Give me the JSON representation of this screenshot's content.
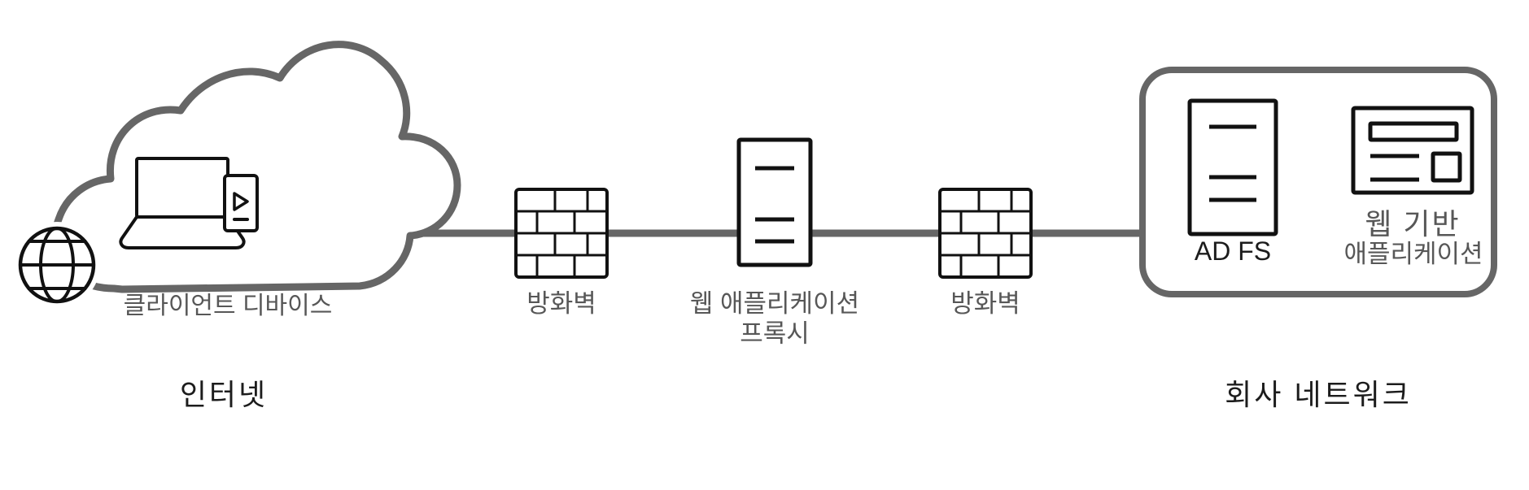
{
  "diagram": {
    "title": "AD FS web application proxy network topology",
    "colors": {
      "line_gray": "#666666",
      "icon_black": "#111111",
      "label_gray": "#575757",
      "label_dark": "#1c1c1c",
      "background": "#ffffff"
    },
    "internet_zone": {
      "caption": "인터넷",
      "cloud_label": "클라이언트 디바이스",
      "icons": [
        "globe-icon",
        "laptop-icon",
        "mobile-device-icon",
        "cloud-shape"
      ]
    },
    "nodes": [
      {
        "id": "firewall-1",
        "label": "방화벽",
        "icon": "firewall-brick-icon"
      },
      {
        "id": "web-application-proxy",
        "label_line1": "웹 애플리케이션",
        "label_line2": "프록시",
        "icon": "server-icon"
      },
      {
        "id": "firewall-2",
        "label": "방화벽",
        "icon": "firewall-brick-icon"
      }
    ],
    "corporate_zone": {
      "caption": "회사 네트워크",
      "items": [
        {
          "id": "ad-fs",
          "label": "AD FS",
          "icon": "server-icon"
        },
        {
          "id": "web-based-application",
          "label_line1": "웹 기반",
          "label_line2": "애플리케이션",
          "icon": "browser-window-icon"
        }
      ]
    }
  }
}
